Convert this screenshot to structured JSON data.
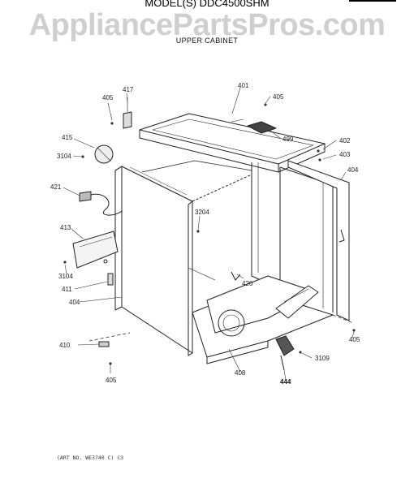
{
  "header": {
    "model": "MODEL(S) DDC4500SHM",
    "watermark": "AppliancePartsPros.com",
    "section": "UPPER CABINET"
  },
  "footer": {
    "art_no": "(ART NO. WE3740 C) C3"
  },
  "callouts": {
    "c401": "401",
    "c405a": "405",
    "c417": "417",
    "c405b": "405",
    "c415": "415",
    "c3104a": "3104",
    "c499": "499",
    "c402": "402",
    "c403": "403",
    "c404a": "404",
    "c421": "421",
    "c3204": "3204",
    "c413": "413",
    "c3104b": "3104",
    "c420": "420",
    "c411": "411",
    "c404b": "404",
    "c405c": "405",
    "c410": "410",
    "c3109": "3109",
    "c408": "408",
    "c444": "444",
    "c405d": "405"
  }
}
